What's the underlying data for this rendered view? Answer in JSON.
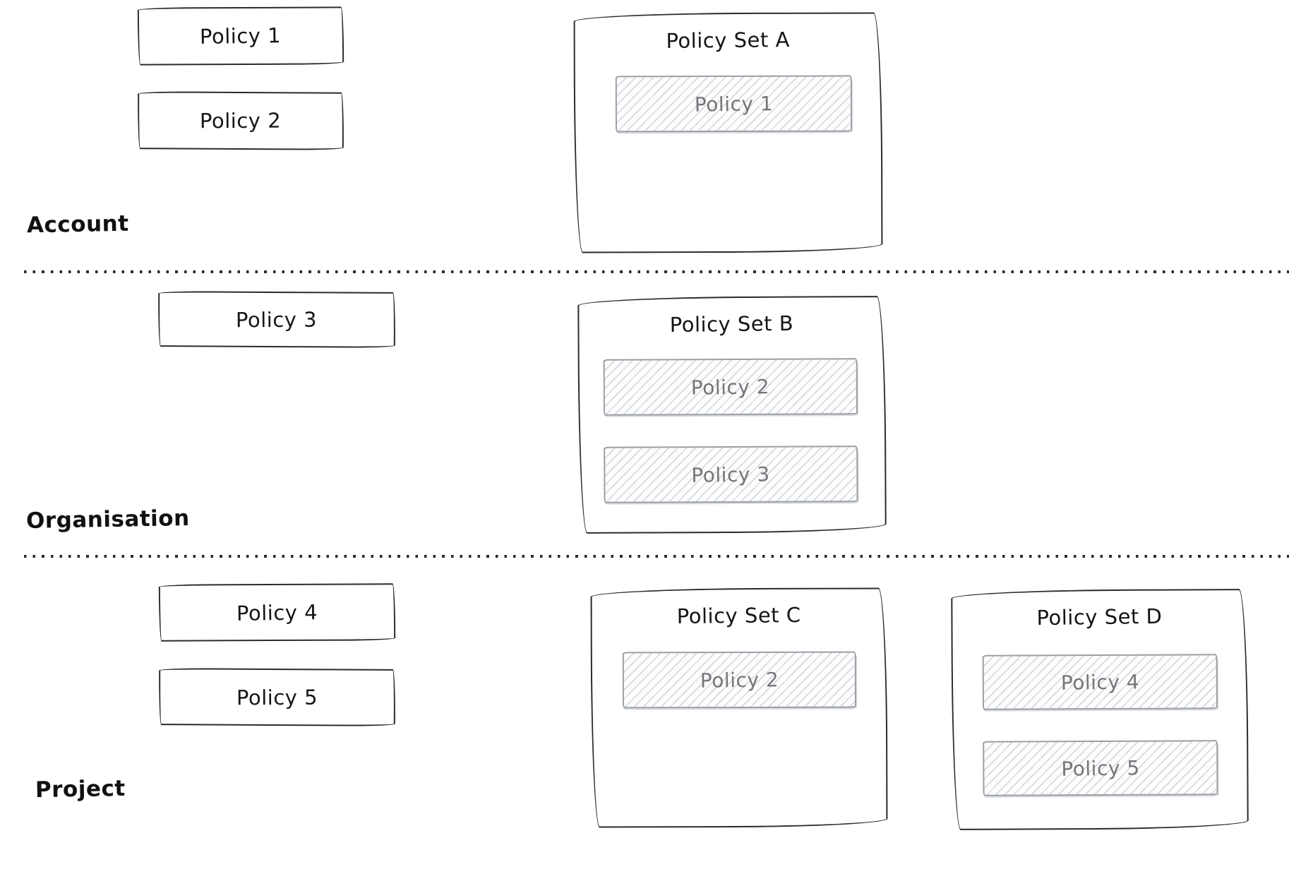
{
  "diagram": {
    "kind": "policy-hierarchy-sketch",
    "style": {
      "stroke": "#2b2b2b",
      "hatch_border": "#9aa0a6",
      "hatch_line": "#d5d9df",
      "muted_text": "#747678",
      "background": "#ffffff"
    },
    "sections": [
      {
        "label": "Account",
        "policies": [
          "Policy 1",
          "Policy 2"
        ],
        "policy_sets": [
          {
            "title": "Policy Set A",
            "members": [
              "Policy 1"
            ]
          }
        ]
      },
      {
        "label": "Organisation",
        "policies": [
          "Policy 3"
        ],
        "policy_sets": [
          {
            "title": "Policy Set B",
            "members": [
              "Policy 2",
              "Policy 3"
            ]
          }
        ]
      },
      {
        "label": "Project",
        "policies": [
          "Policy 4",
          "Policy 5"
        ],
        "policy_sets": [
          {
            "title": "Policy Set C",
            "members": [
              "Policy 2"
            ]
          },
          {
            "title": "Policy Set D",
            "members": [
              "Policy 4",
              "Policy 5"
            ]
          }
        ]
      }
    ]
  }
}
